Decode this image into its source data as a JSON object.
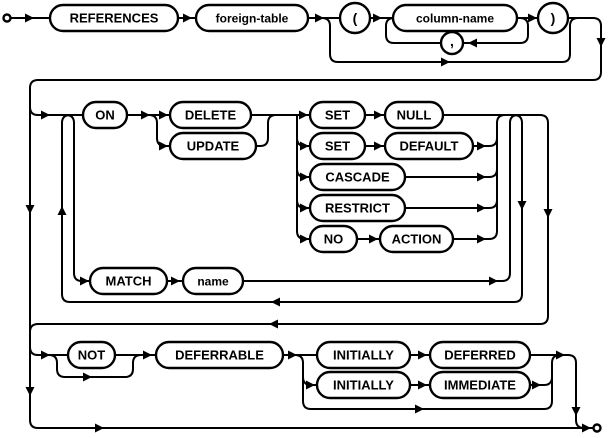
{
  "diagram": {
    "kind": "railroad-syntax-diagram",
    "colors": {
      "line": "#000000",
      "node_fill": "#ffffff",
      "background": "#ffffff"
    },
    "nodes": {
      "references": {
        "label": "REFERENCES"
      },
      "foreign_table": {
        "label": "foreign-table"
      },
      "open_paren": {
        "label": "("
      },
      "column_name": {
        "label": "column-name"
      },
      "comma": {
        "label": ","
      },
      "close_paren": {
        "label": ")"
      },
      "on": {
        "label": "ON"
      },
      "delete": {
        "label": "DELETE"
      },
      "update": {
        "label": "UPDATE"
      },
      "set1": {
        "label": "SET"
      },
      "null": {
        "label": "NULL"
      },
      "set2": {
        "label": "SET"
      },
      "default": {
        "label": "DEFAULT"
      },
      "cascade": {
        "label": "CASCADE"
      },
      "restrict": {
        "label": "RESTRICT"
      },
      "no": {
        "label": "NO"
      },
      "action": {
        "label": "ACTION"
      },
      "match": {
        "label": "MATCH"
      },
      "name": {
        "label": "name"
      },
      "not": {
        "label": "NOT"
      },
      "deferrable": {
        "label": "DEFERRABLE"
      },
      "initially1": {
        "label": "INITIALLY"
      },
      "deferred": {
        "label": "DEFERRED"
      },
      "initially2": {
        "label": "INITIALLY"
      },
      "immediate": {
        "label": "IMMEDIATE"
      }
    }
  }
}
